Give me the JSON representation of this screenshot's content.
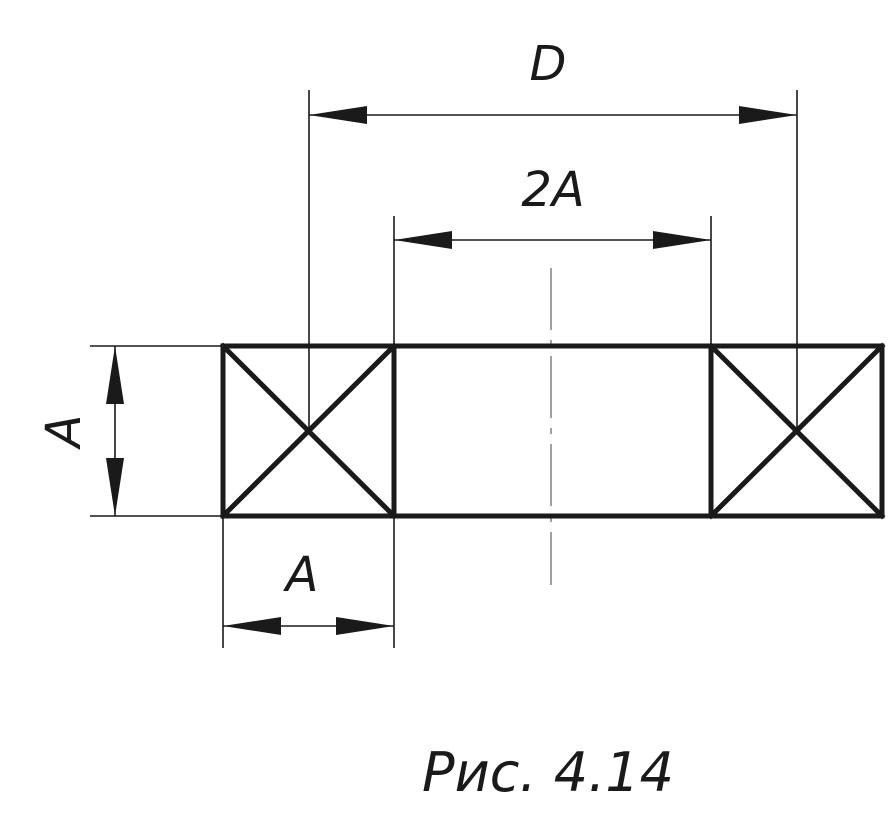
{
  "diagram": {
    "dimensions": {
      "outer_width_label": "D",
      "inner_width_label": "2A",
      "height_label": "A",
      "section_width_label": "A"
    },
    "caption": "Рис. 4.14"
  }
}
